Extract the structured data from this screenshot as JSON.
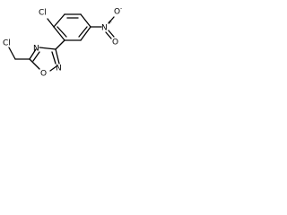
{
  "molecule": {
    "atoms": {
      "cl_aryl": "Cl",
      "n_nitro": "N",
      "n_nitro_charge": "+",
      "o_nitro_1": "O",
      "o_nitro_1_charge": "-",
      "o_nitro_2": "O",
      "n_ring_2": "N",
      "n_ring_4": "N",
      "o_ring": "O",
      "cl_methyl": "Cl"
    }
  },
  "colors": {
    "bond": "#000000",
    "text": "#000000",
    "background": "#ffffff"
  }
}
